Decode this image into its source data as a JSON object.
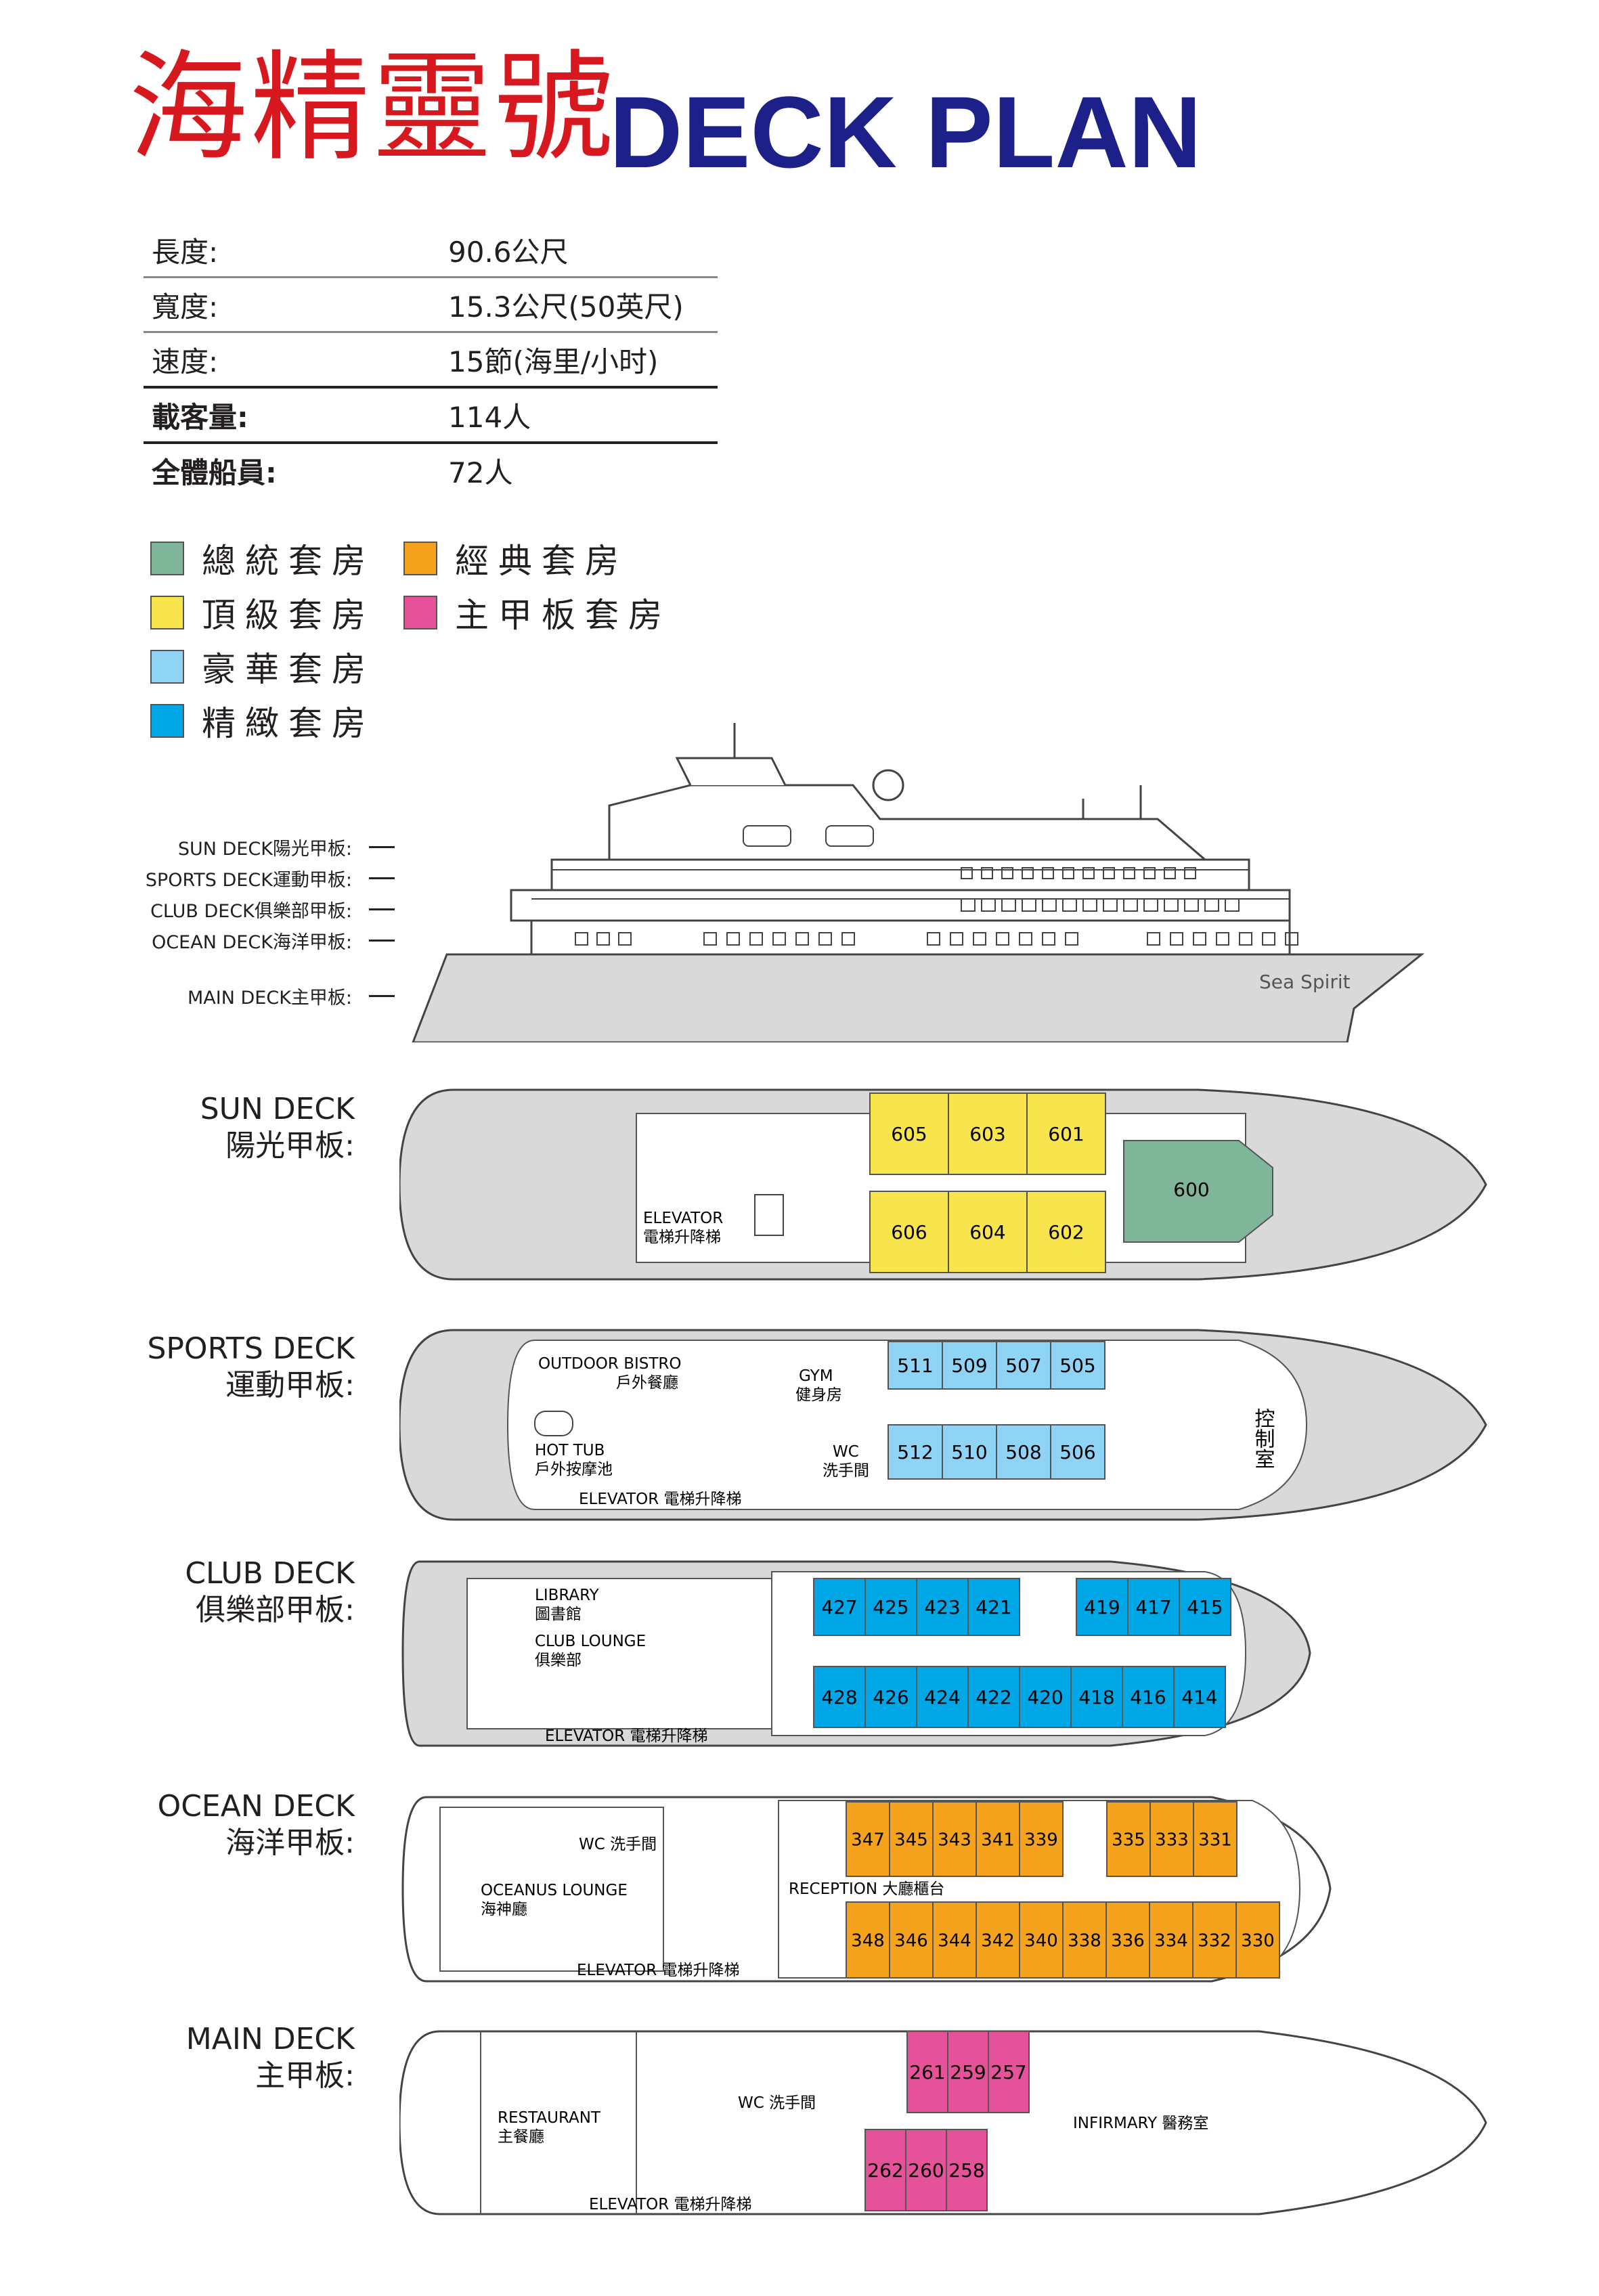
{
  "title": {
    "chinese": "海精靈號",
    "english": "DECK PLAN"
  },
  "specs": [
    {
      "label": "長度:",
      "value": "90.6公尺"
    },
    {
      "label": "寬度:",
      "value": "15.3公尺(50英尺)"
    },
    {
      "label": "速度:",
      "value": "15節(海里/小时)"
    },
    {
      "label": "載客量:",
      "value": "114人"
    },
    {
      "label": "全體船員:",
      "value": "72人"
    }
  ],
  "legend": [
    {
      "label": "總統套房",
      "color": "#7fb69a"
    },
    {
      "label": "頂級套房",
      "color": "#f8e44c"
    },
    {
      "label": "豪華套房",
      "color": "#8fd3f5"
    },
    {
      "label": "精緻套房",
      "color": "#00a7e6"
    },
    {
      "label": "經典套房",
      "color": "#f5a31c"
    },
    {
      "label": "主甲板套房",
      "color": "#e6529a"
    }
  ],
  "side_labels": [
    "SUN DECK陽光甲板:",
    "SPORTS DECK運動甲板:",
    "CLUB DECK俱樂部甲板:",
    "OCEAN DECK海洋甲板:",
    "MAIN DECK主甲板:"
  ],
  "ship_name": "Sea Spirit",
  "decks": {
    "sun": {
      "name_en": "SUN DECK",
      "name_cn": "陽光甲板:",
      "elevator": "ELEVATOR",
      "elevator_cn": "電梯升降梯",
      "cabins_top": [
        "605",
        "603",
        "601"
      ],
      "cabins_bottom": [
        "606",
        "604",
        "602"
      ],
      "suite": "600"
    },
    "sports": {
      "name_en": "SPORTS DECK",
      "name_cn": "運動甲板:",
      "bistro": "OUTDOOR BISTRO",
      "bistro_cn": "戶外餐廳",
      "gym": "GYM",
      "gym_cn": "健身房",
      "hottub": "HOT TUB",
      "hottub_cn": "戶外按摩池",
      "wc": "WC",
      "wc_cn": "洗手間",
      "elevator": "ELEVATOR 電梯升降梯",
      "bridge": "控制室",
      "cabins_top": [
        "511",
        "509",
        "507",
        "505"
      ],
      "cabins_bottom": [
        "512",
        "510",
        "508",
        "506"
      ]
    },
    "club": {
      "name_en": "CLUB DECK",
      "name_cn": "俱樂部甲板:",
      "library": "LIBRARY",
      "library_cn": "圖書館",
      "lounge": "CLUB LOUNGE",
      "lounge_cn": "俱樂部",
      "elevator": "ELEVATOR 電梯升降梯",
      "cabins_top_a": [
        "427",
        "425",
        "423",
        "421"
      ],
      "cabins_top_b": [
        "419",
        "417",
        "415"
      ],
      "cabins_bottom": [
        "428",
        "426",
        "424",
        "422",
        "420",
        "418",
        "416",
        "414"
      ]
    },
    "ocean": {
      "name_en": "OCEAN DECK",
      "name_cn": "海洋甲板:",
      "wc": "WC 洗手間",
      "lounge": "OCEANUS LOUNGE",
      "lounge_cn": "海神廳",
      "reception": "RECEPTION 大廳櫃台",
      "elevator": "ELEVATOR 電梯升降梯",
      "cabins_top_a": [
        "347",
        "345",
        "343",
        "341",
        "339"
      ],
      "cabins_top_b": [
        "335",
        "333",
        "331"
      ],
      "cabins_bottom": [
        "348",
        "346",
        "344",
        "342",
        "340",
        "338",
        "336",
        "334",
        "332",
        "330"
      ]
    },
    "main": {
      "name_en": "MAIN DECK",
      "name_cn": "主甲板:",
      "restaurant": "RESTAURANT",
      "restaurant_cn": "主餐廳",
      "wc": "WC 洗手間",
      "infirmary": "INFIRMARY 醫務室",
      "elevator": "ELEVATOR 電梯升降梯",
      "cabins_top": [
        "261",
        "259",
        "257"
      ],
      "cabins_bottom": [
        "262",
        "260",
        "258"
      ]
    }
  }
}
